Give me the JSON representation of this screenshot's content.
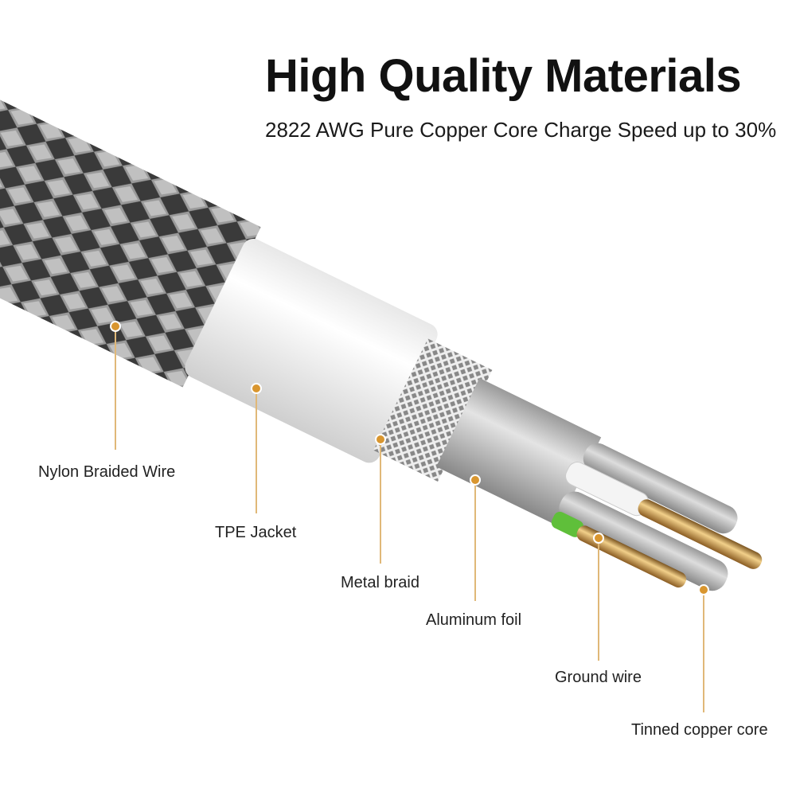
{
  "header": {
    "title": "High Quality Materials",
    "subtitle": "2822 AWG Pure Copper Core Charge Speed up to 30%"
  },
  "labels": [
    "Nylon Braided Wire",
    "TPE Jacket",
    "Metal braid",
    "Aluminum foil",
    "Ground wire",
    "Tinned copper core"
  ],
  "colors": {
    "leader": "#e0b878",
    "dot": "#d9962f",
    "copper": "#c8913a"
  }
}
